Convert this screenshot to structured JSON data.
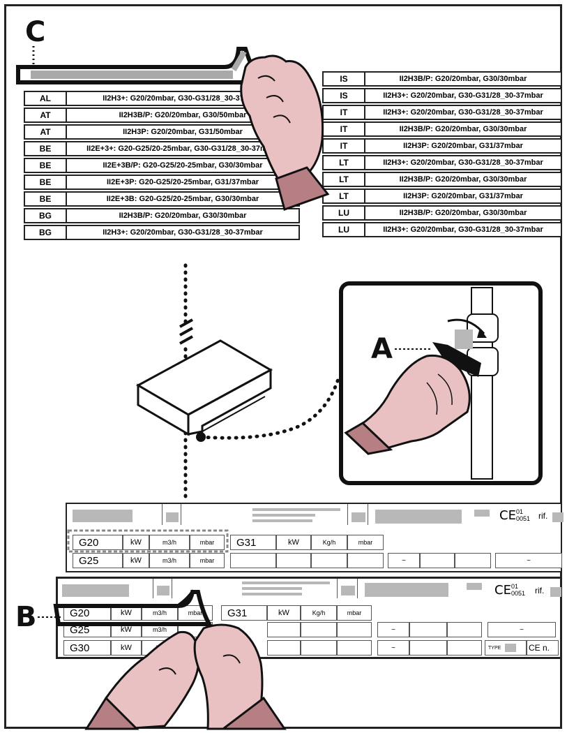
{
  "labels": {
    "c": "C",
    "a": "A",
    "b": "B"
  },
  "table_left": [
    {
      "code": "AL",
      "desc": "II2H3+: G20/20mbar, G30-G31/28_30-37mbar"
    },
    {
      "code": "AT",
      "desc": "II2H3B/P: G20/20mbar, G30/50mbar"
    },
    {
      "code": "AT",
      "desc": "II2H3P:  G20/20mbar, G31/50mbar"
    },
    {
      "code": "BE",
      "desc": "II2E+3+: G20-G25/20-25mbar, G30-G31/28_30-37mbar"
    },
    {
      "code": "BE",
      "desc": "II2E+3B/P:  G20-G25/20-25mbar, G30/30mbar"
    },
    {
      "code": "BE",
      "desc": "II2E+3P: G20-G25/20-25mbar, G31/37mbar"
    },
    {
      "code": "BE",
      "desc": "II2E+3B: G20-G25/20-25mbar, G30/30mbar"
    },
    {
      "code": "BG",
      "desc": "II2H3B/P: G20/20mbar, G30/30mbar"
    },
    {
      "code": "BG",
      "desc": "II2H3+: G20/20mbar, G30-G31/28_30-37mbar"
    }
  ],
  "table_right": [
    {
      "code": "IS",
      "desc": "II2H3B/P: G20/20mbar, G30/30mbar"
    },
    {
      "code": "IS",
      "desc": "II2H3+: G20/20mbar, G30-G31/28_30-37mbar"
    },
    {
      "code": "IT",
      "desc": "II2H3+: G20/20mbar, G30-G31/28_30-37mbar"
    },
    {
      "code": "IT",
      "desc": "II2H3B/P: G20/20mbar, G30/30mbar"
    },
    {
      "code": "IT",
      "desc": "II2H3P: G20/20mbar, G31/37mbar"
    },
    {
      "code": "LT",
      "desc": "II2H3+: G20/20mbar, G30-G31/28_30-37mbar"
    },
    {
      "code": "LT",
      "desc": "II2H3B/P: G20/20mbar, G30/30mbar"
    },
    {
      "code": "LT",
      "desc": "II2H3P: G20/20mbar, G31/37mbar"
    },
    {
      "code": "LU",
      "desc": "II2H3B/P: G20/20mbar, G30/30mbar"
    },
    {
      "code": "LU",
      "desc": "II2H3+: G20/20mbar, G30-G31/28_30-37mbar"
    }
  ],
  "plate_upper": {
    "ce_mark": "CE",
    "ce_num_1": "01",
    "ce_num_2": "0051",
    "rif": "rif.",
    "g20": "G20",
    "g25": "G25",
    "g31": "G31",
    "kw": "kW",
    "m3h": "m3/h",
    "mbar": "mbar",
    "kgh": "Kg/h",
    "tilde": "~"
  },
  "plate_lower": {
    "ce_mark": "CE",
    "ce_num_1": "01",
    "ce_num_2": "0051",
    "rif": "rif.",
    "g20": "G20",
    "g25": "G25",
    "g30": "G30",
    "g31": "G31",
    "kw": "kW",
    "m3h": "m3/h",
    "mbar": "mbar",
    "kgh": "Kg/h",
    "kg_partial": "Kg",
    "m_partial": "m",
    "tilde": "~",
    "type": "TYPE",
    "ce_n": "CE n."
  }
}
